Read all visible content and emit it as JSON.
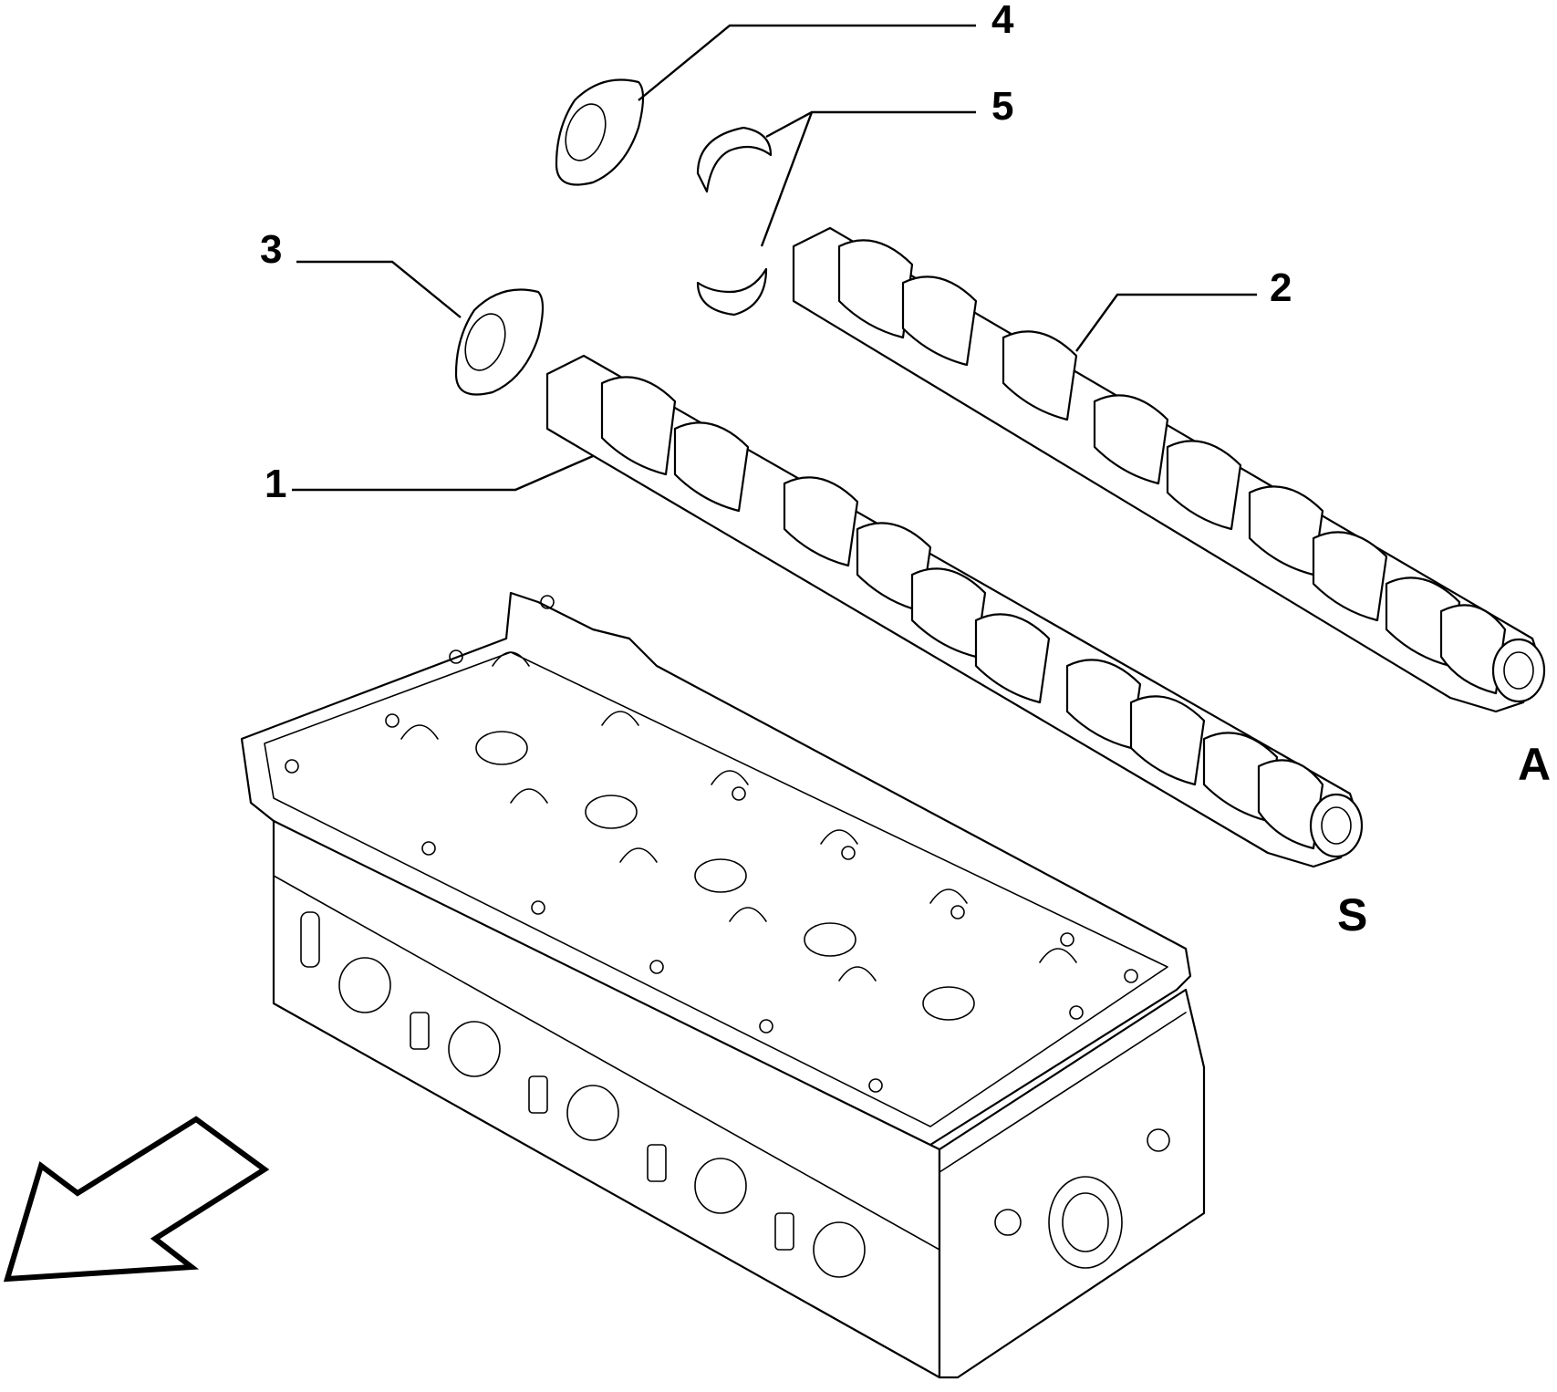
{
  "diagram": {
    "callouts": [
      {
        "id": "1",
        "label": "1"
      },
      {
        "id": "2",
        "label": "2"
      },
      {
        "id": "3",
        "label": "3"
      },
      {
        "id": "4",
        "label": "4"
      },
      {
        "id": "5",
        "label": "5"
      }
    ],
    "side_labels": {
      "exhaust": "S",
      "intake": "A"
    },
    "icons": [
      "direction-arrow-icon",
      "cylinder-head-icon",
      "camshaft-icon",
      "seal-ring-icon",
      "bearing-shell-icon"
    ]
  }
}
